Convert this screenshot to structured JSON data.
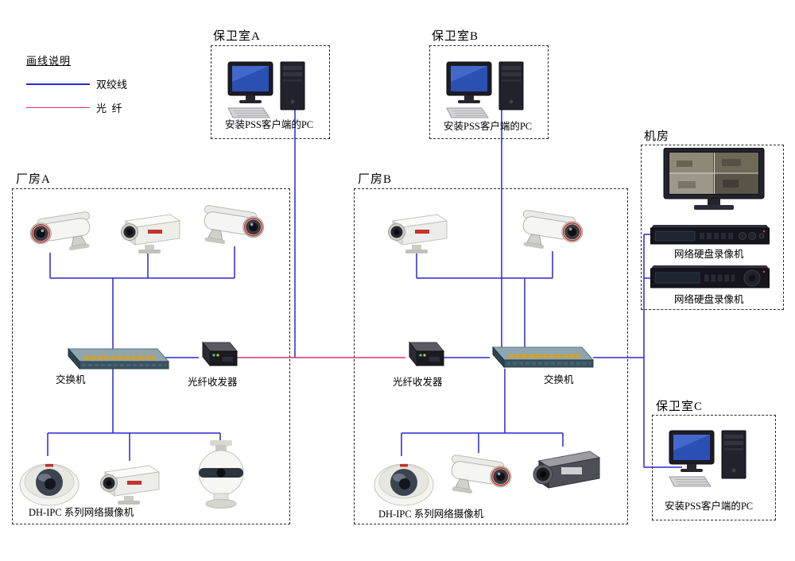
{
  "legend": {
    "title": "画线说明",
    "items": [
      {
        "label": "双绞线",
        "color": "#2929cf"
      },
      {
        "label": "光  纤",
        "color": "#e0336b"
      }
    ]
  },
  "zones": {
    "guard_a": {
      "title": "保卫室A",
      "pc_label": "安装PSS客户端的PC"
    },
    "guard_b": {
      "title": "保卫室B",
      "pc_label": "安装PSS客户端的PC"
    },
    "guard_c": {
      "title": "保卫室C",
      "pc_label": "安装PSS客户端的PC"
    },
    "machine_room": {
      "title": "机房",
      "nvr1_label": "网络硬盘录像机",
      "nvr2_label": "网络硬盘录像机"
    },
    "plant_a": {
      "title": "厂房A",
      "switch_label": "交换机",
      "transceiver_label": "光纤收发器",
      "cameras_label": "DH-IPC 系列网络摄像机"
    },
    "plant_b": {
      "title": "厂房B",
      "switch_label": "交换机",
      "transceiver_label": "光纤收发器",
      "cameras_label": "DH-IPC 系列网络摄像机"
    }
  }
}
